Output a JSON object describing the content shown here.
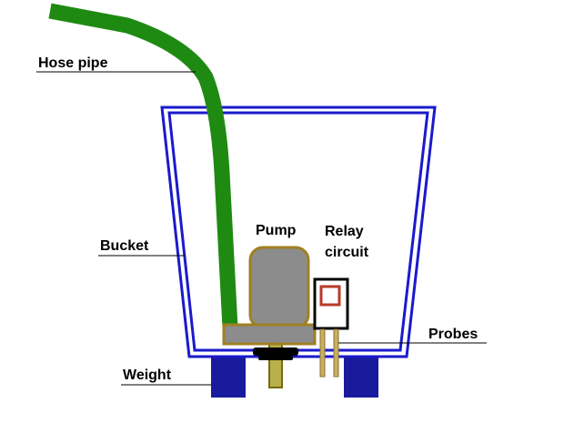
{
  "labels": {
    "hose_pipe": "Hose pipe",
    "bucket": "Bucket",
    "weight": "Weight",
    "pump": "Pump",
    "relay_line1": "Relay",
    "relay_line2": "circuit",
    "probes": "Probes"
  },
  "colors": {
    "bucket_outline": "#1a1acc",
    "hose": "#1f8a12",
    "pump_body": "#8c8c8c",
    "pump_outline": "#a08020",
    "pump_base": "#8c8c8c",
    "shaft": "#b8b04a",
    "shaft_outline": "#7a6a10",
    "gasket": "#000000",
    "weight_blocks": "#1a1a9c",
    "relay_frame": "#000000",
    "relay_inner": "#b83a2a",
    "probes": "#c8b060",
    "leader_lines": "#000000"
  }
}
